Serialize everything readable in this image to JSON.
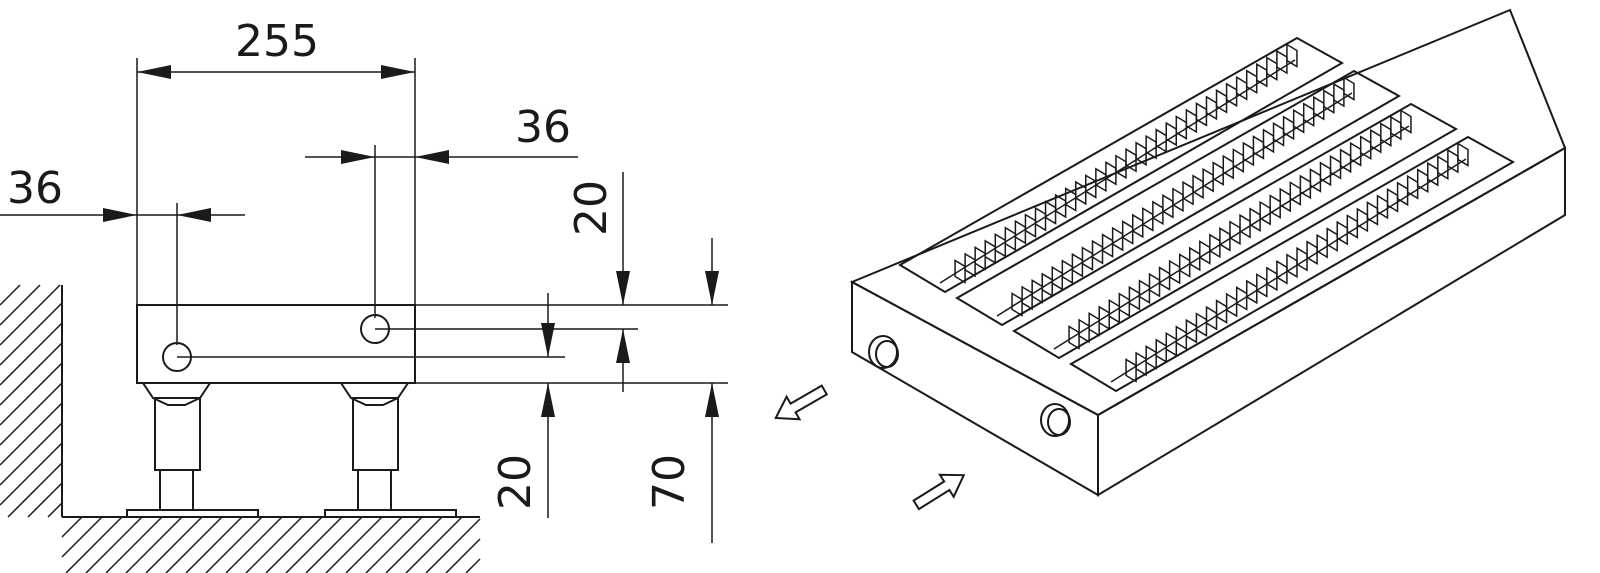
{
  "dimensions": {
    "width_total": "255",
    "right_offset": "36",
    "left_offset": "36",
    "pipe_spacing": "20",
    "pipe_height": "20",
    "total_height": "70"
  },
  "colors": {
    "line": "#1a1a1a",
    "background": "#ffffff"
  },
  "views": {
    "side": "side-elevation",
    "iso": "isometric-view"
  },
  "slot_count": 4,
  "fins_per_slot": 34
}
